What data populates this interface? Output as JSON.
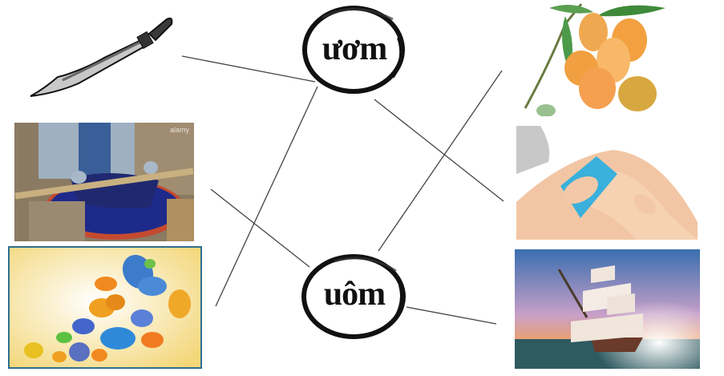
{
  "exercise": {
    "type": "matching",
    "words": [
      {
        "id": "uom1",
        "text": "ươm"
      },
      {
        "id": "uom2",
        "text": "uôm"
      }
    ],
    "left_images": [
      {
        "name": "sword",
        "label": "sword (cái gươm)",
        "matches": "ươm"
      },
      {
        "name": "indigo-dyeing",
        "label": "fabric dyeing (nhuộm)",
        "matches": "uôm",
        "watermark": "alamy"
      },
      {
        "name": "butterflies",
        "label": "butterflies (bươm bướm)",
        "matches": "ươm"
      }
    ],
    "right_images": [
      {
        "name": "mangoes",
        "label": "mangoes (quả muỗm)",
        "matches": "uôm"
      },
      {
        "name": "cold-compress",
        "label": "cold compress (chườm)",
        "matches": "ươm"
      },
      {
        "name": "sailing-ship",
        "label": "sailing ship (cánh buồm)",
        "matches": "uôm"
      }
    ],
    "connectors": [
      {
        "from": "sword",
        "to": "ươm"
      },
      {
        "from": "butterflies",
        "to": "ươm"
      },
      {
        "from": "cold-compress",
        "to": "ươm"
      },
      {
        "from": "indigo-dyeing",
        "to": "uôm"
      },
      {
        "from": "mangoes",
        "to": "uôm"
      },
      {
        "from": "sailing-ship",
        "to": "uôm"
      }
    ]
  },
  "colors": {
    "line": "#444444",
    "circle": "#111111",
    "frame_border": "#2d6f8f"
  }
}
